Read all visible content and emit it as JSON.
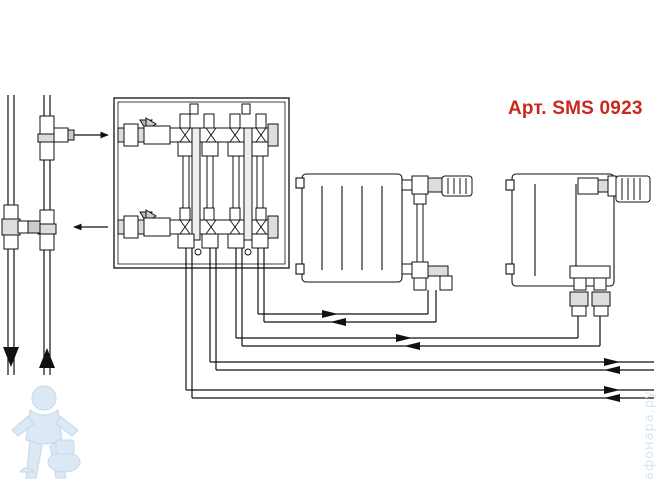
{
  "article": {
    "prefix": "Арт.",
    "code": "SMS 0923",
    "color": "#c8281e"
  },
  "watermark": {
    "text": "aфонара.ру",
    "color": "#d6e6f3"
  },
  "colors": {
    "line": "#111111",
    "fill": "#ffffff",
    "shade": "#cfcfcf",
    "mascot": "#dce9f5"
  },
  "icons": {
    "mascot": "plumber-mascot-icon",
    "flow_arrow": "arrow-icon"
  }
}
